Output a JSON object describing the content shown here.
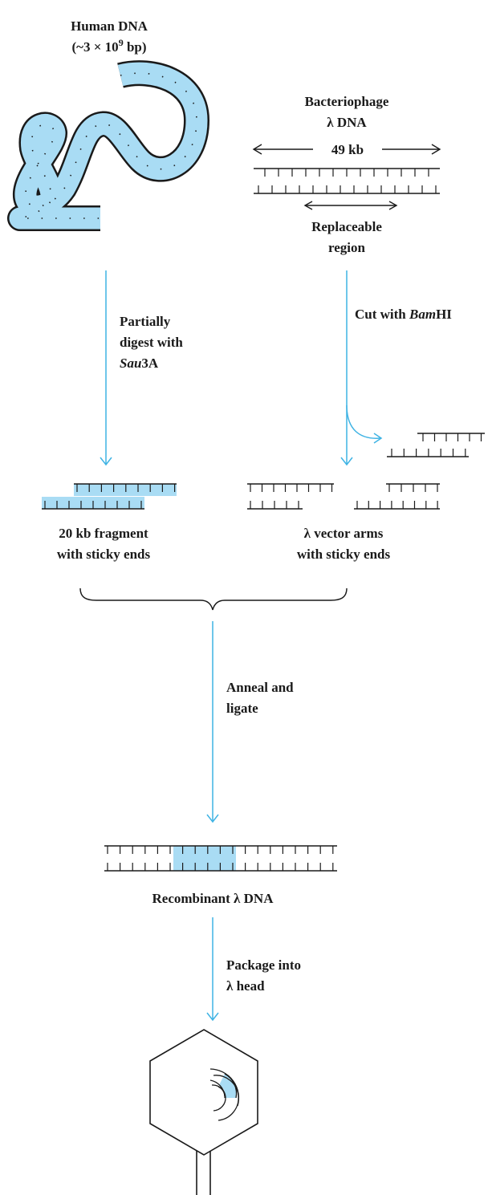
{
  "human_dna": {
    "title": "Human DNA",
    "size_prefix": "(~3 × 10",
    "size_exp": "9",
    "size_suffix": " bp)"
  },
  "phage": {
    "line1": "Bacteriophage",
    "line2": "λ DNA",
    "length": "49 kb",
    "replaceable_line1": "Replaceable",
    "replaceable_line2": "region"
  },
  "steps": {
    "digest_line1": "Partially",
    "digest_line2": "digest with",
    "digest_enzyme": "Sau",
    "digest_enzyme_suffix": "3A",
    "cut_prefix": "Cut with ",
    "cut_enzyme": "Bam",
    "cut_enzyme_suffix": "HI",
    "anneal_line1": "Anneal and",
    "anneal_line2": "ligate",
    "package_line1": "Package into",
    "package_line2": "λ head"
  },
  "products": {
    "fragment_line1": "20 kb fragment",
    "fragment_line2": "with sticky ends",
    "arms_line1": "λ vector arms",
    "arms_line2": "with sticky ends",
    "recombinant": "Recombinant λ DNA"
  },
  "colors": {
    "dna_fill": "#a9dcf4",
    "arrow": "#3fb3e4",
    "ink": "#1a1a1a"
  }
}
